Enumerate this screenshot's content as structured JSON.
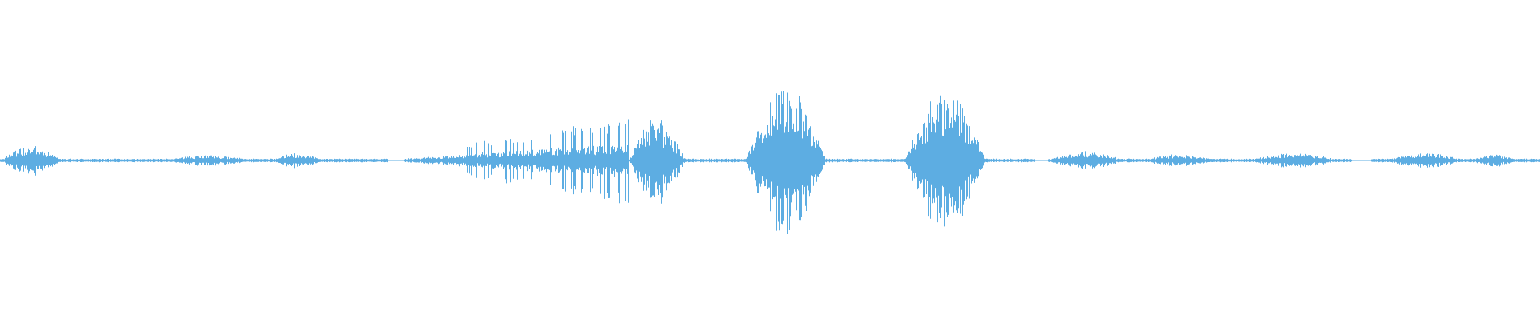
{
  "waveform": {
    "color": "#5dade2",
    "background": "#ffffff",
    "baseline_amplitude": 0.012,
    "segments": [
      {
        "start": 0.0,
        "end": 0.04,
        "peak": 0.1,
        "shape": "bump",
        "style": "dense"
      },
      {
        "start": 0.105,
        "end": 0.165,
        "peak": 0.035,
        "shape": "bump",
        "style": "dense"
      },
      {
        "start": 0.175,
        "end": 0.21,
        "peak": 0.05,
        "shape": "bump",
        "style": "dense"
      },
      {
        "start": 0.265,
        "end": 0.3,
        "peak": 0.04,
        "shape": "ramp",
        "style": "dense"
      },
      {
        "start": 0.3,
        "end": 0.408,
        "peak": 0.3,
        "shape": "ramp",
        "style": "spiky"
      },
      {
        "start": 0.408,
        "end": 0.445,
        "peak": 0.28,
        "shape": "bump",
        "style": "dense"
      },
      {
        "start": 0.484,
        "end": 0.536,
        "peak": 0.52,
        "shape": "bump",
        "style": "dense"
      },
      {
        "start": 0.587,
        "end": 0.64,
        "peak": 0.46,
        "shape": "bump",
        "style": "dense"
      },
      {
        "start": 0.68,
        "end": 0.73,
        "peak": 0.06,
        "shape": "bump",
        "style": "dense"
      },
      {
        "start": 0.74,
        "end": 0.79,
        "peak": 0.04,
        "shape": "bump",
        "style": "dense"
      },
      {
        "start": 0.81,
        "end": 0.87,
        "peak": 0.05,
        "shape": "bump",
        "style": "dense"
      },
      {
        "start": 0.9,
        "end": 0.95,
        "peak": 0.05,
        "shape": "bump",
        "style": "dense"
      },
      {
        "start": 0.955,
        "end": 0.985,
        "peak": 0.04,
        "shape": "bump",
        "style": "dense"
      }
    ],
    "silent_ranges": [
      {
        "start": 0.252,
        "end": 0.262
      },
      {
        "start": 0.672,
        "end": 0.68
      },
      {
        "start": 0.878,
        "end": 0.89
      }
    ]
  }
}
